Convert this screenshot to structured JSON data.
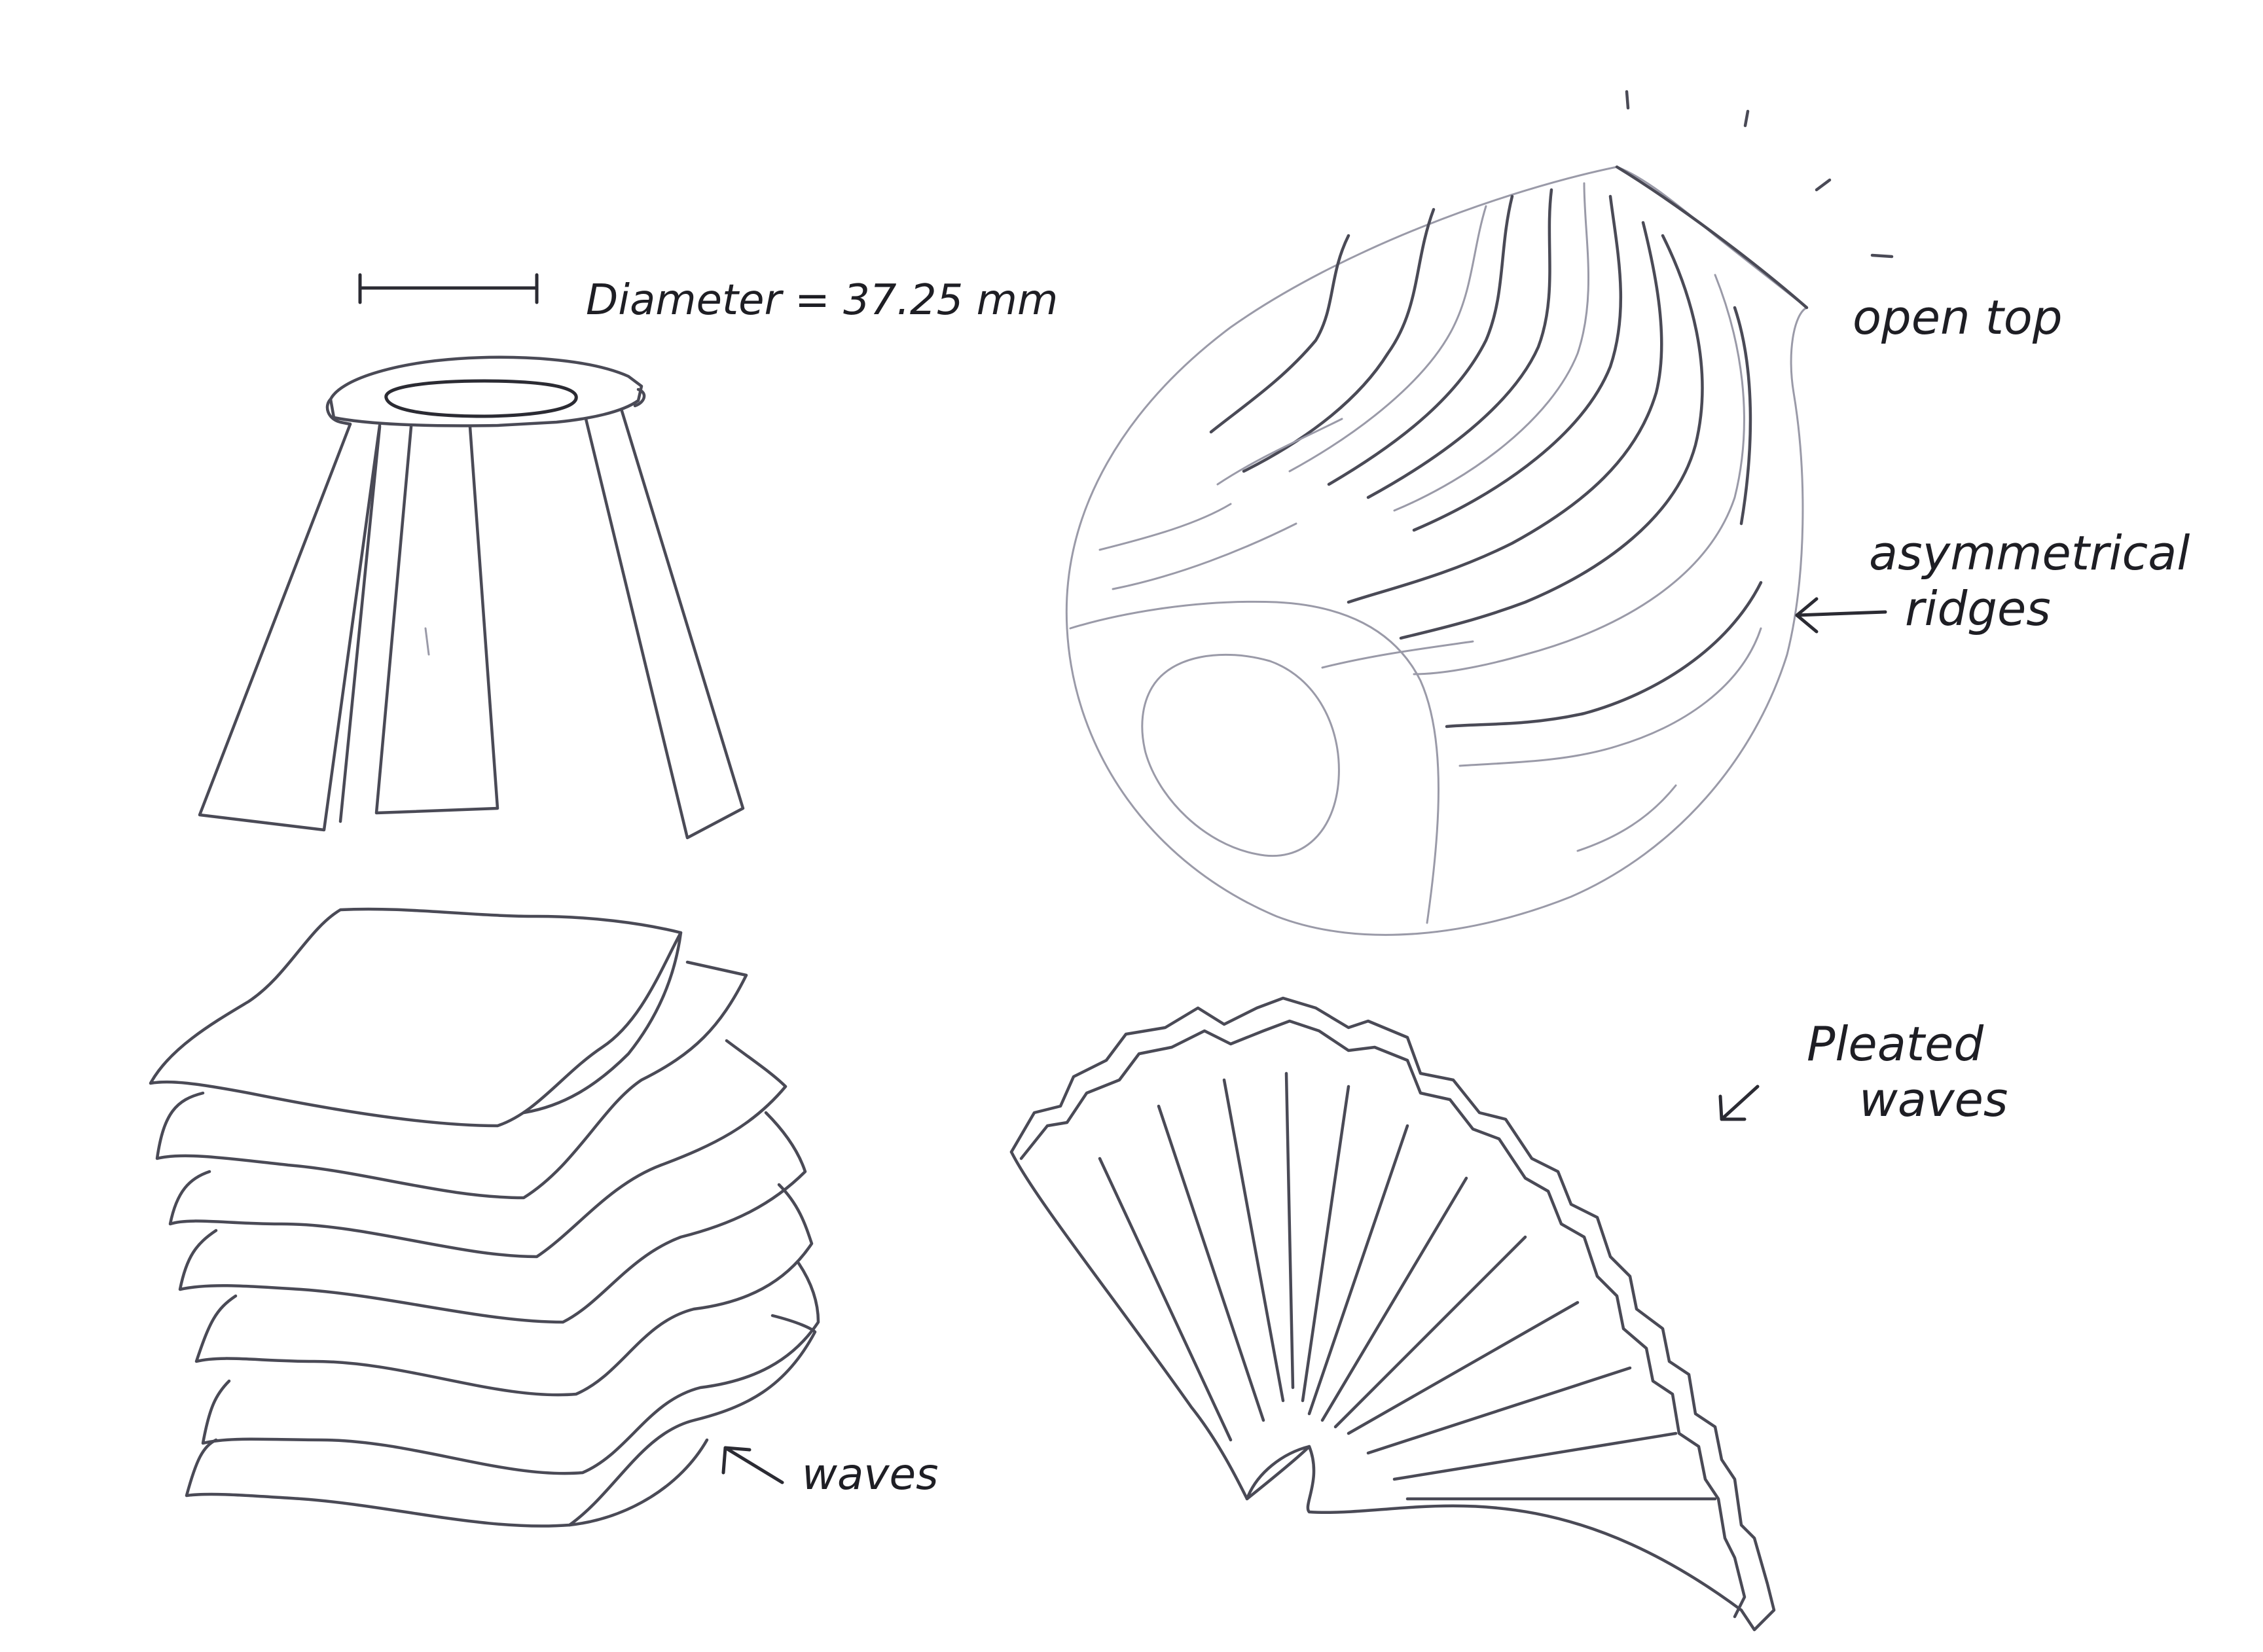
{
  "annotations": {
    "diameter": "Diameter = 37.25 mm",
    "open_top": "open top",
    "asym_1": "asymmetrical",
    "asym_2": "ridges",
    "pleated_1": "Pleated",
    "pleated_2": "waves",
    "waves": "waves"
  },
  "icons": {
    "dimension": "dimension-bar-icon",
    "arrow_left": "arrow-left-icon",
    "arrow_down_left": "arrow-down-left-icon",
    "arrow_up_left": "arrow-up-left-icon"
  },
  "colors": {
    "ink": "#2b2b33",
    "pencil": "#4a4a56",
    "paper": "#ffffff"
  }
}
